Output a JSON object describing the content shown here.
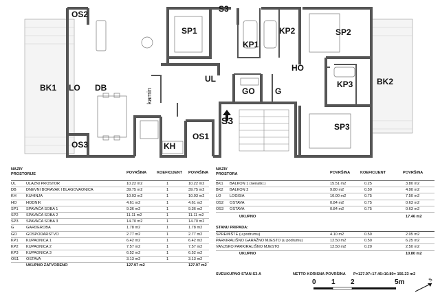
{
  "plan": {
    "rooms": {
      "os2": "OS2",
      "sp1": "SP1",
      "s3": "S3",
      "kp2": "KP2",
      "sp2": "SP2",
      "kp1": "KP1",
      "bk1": "BK1",
      "lo": "LO",
      "db": "DB",
      "ul": "UL",
      "ho": "HO",
      "bk2": "BK2",
      "kamin": "kamin",
      "go": "GO",
      "g": "G",
      "kp3": "KP3",
      "sp3": "SP3",
      "os3": "OS3",
      "kh": "KH",
      "os1": "OS1"
    }
  },
  "left_table": {
    "headers": {
      "name": "NAZIV\nPROSTORIJE",
      "area1": "POVRŠINA",
      "coef": "KOEFICIJENT",
      "area2": "POVRŠINA"
    },
    "rows": [
      {
        "code": "UL",
        "name": "ULAZNI PROSTOR",
        "area": "10.22 m2",
        "coef": "1",
        "net": "10.22 m2"
      },
      {
        "code": "DB",
        "name": "DNEVNI BORAVAK I BLAGOVAONICA",
        "area": "39.75 m2",
        "coef": "1",
        "net": "39.75 m2"
      },
      {
        "code": "KH",
        "name": "KUHINJA",
        "area": "10.03 m2",
        "coef": "1",
        "net": "10.03 m2"
      },
      {
        "code": "HO",
        "name": "HODNIK",
        "area": "4.61 m2",
        "coef": "1",
        "net": "4.61 m2"
      },
      {
        "code": "SP1",
        "name": "SPAVAĆA SOBA 1",
        "area": "9.36 m2",
        "coef": "1",
        "net": "9.36 m2"
      },
      {
        "code": "SP2",
        "name": "SPAVAĆA SOBA 2",
        "area": "11.11 m2",
        "coef": "1",
        "net": "11.11 m2"
      },
      {
        "code": "SP3",
        "name": "SPAVAĆA SOBA 3",
        "area": "14.70 m2",
        "coef": "1",
        "net": "14.70 m2"
      },
      {
        "code": "G",
        "name": "GARDEROBA",
        "area": "1.78 m2",
        "coef": "1",
        "net": "1.78 m2"
      },
      {
        "code": "GO",
        "name": "GOSPODARSTVO",
        "area": "2.77 m2",
        "coef": "1",
        "net": "2.77 m2"
      },
      {
        "code": "KP1",
        "name": "KUPAONICA 1",
        "area": "6.42 m2",
        "coef": "1",
        "net": "6.42 m2"
      },
      {
        "code": "KP2",
        "name": "KUPAONICA 2",
        "area": "7.57 m2",
        "coef": "1",
        "net": "7.57 m2"
      },
      {
        "code": "KP3",
        "name": "KUPAONICA 3",
        "area": "6.52 m2",
        "coef": "1",
        "net": "6.52 m2"
      },
      {
        "code": "OS1",
        "name": "OSTAVA",
        "area": "3.13 m2",
        "coef": "1",
        "net": "3.13 m2"
      }
    ],
    "total": {
      "label": "UKUPNO ZATVORENO",
      "area": "127.97 m2",
      "net": "127.97 m2"
    }
  },
  "right_table": {
    "headers": {
      "name": "NAZIV\nPROSTORA",
      "area1": "POVRŠINA",
      "coef": "KOEFICIJENT",
      "area2": "POVRŠINA"
    },
    "rows": [
      {
        "code": "BK1",
        "name": "BALKON 1 (nenatkr.)",
        "area": "15.51 m2",
        "coef": "0.25",
        "net": "3.80 m2"
      },
      {
        "code": "BK2",
        "name": "BALKON 2",
        "area": "9.80 m2",
        "coef": "0.50",
        "net": "4.90 m2"
      },
      {
        "code": "LO",
        "name": "LOGGIA",
        "area": "10.00 m2",
        "coef": "0.75",
        "net": "7.50 m2"
      },
      {
        "code": "OS2",
        "name": "OSTAVA",
        "area": "0.84 m2",
        "coef": "0.75",
        "net": "0.63 m2"
      },
      {
        "code": "OS3",
        "name": "OSTAVA",
        "area": "0.84 m2",
        "coef": "0.75",
        "net": "0.63 m2"
      }
    ],
    "total1": {
      "label": "UKUPNO",
      "net": "17.46 m2"
    },
    "section": "STANU PRIPADA:",
    "rows2": [
      {
        "name": "SPREMIŠTE (u podrumu)",
        "area": "4.10 m2",
        "coef": "0.50",
        "net": "2.05 m2"
      },
      {
        "name": "PARKIRALIŠNO GARAŽNO MJESTO (u podrumu)",
        "area": "12.50 m2",
        "coef": "0.50",
        "net": "6.25 m2"
      },
      {
        "name": "VANJSKO PARKIRALIŠNO MJESTO",
        "area": "12.50 m2",
        "coef": "0.20",
        "net": "2.50 m2"
      }
    ],
    "total2": {
      "label": "UKUPNO",
      "net": "10.80 m2"
    }
  },
  "grand_total": {
    "label": "SVEUKUPNO STAN S3-A",
    "net_label": "NETTO KORISNA POVRŠINA",
    "formula": "P=127.97+17.46+10.80= 156.23 m2"
  },
  "scale": {
    "ticks": [
      "0",
      "1",
      "2",
      "5m"
    ],
    "north": "S"
  }
}
